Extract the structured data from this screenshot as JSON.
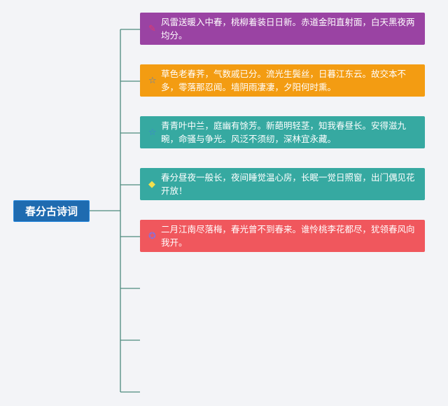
{
  "root": {
    "label": "春分古诗词"
  },
  "branches": [
    {
      "icon": "pencil-icon",
      "color": "#9a43a3",
      "text": "风雷送暖入中春，桃柳着装日日新。赤道金阳直射面，白天黑夜两均分。"
    },
    {
      "icon": "star-outline-icon",
      "color": "#f39c12",
      "text": "草色老春荠，气数戚已分。流光生鬓丝，日暮江东云。故交本不多，零落那忍闻。墙阴雨凄凄，夕阳何时熏。"
    },
    {
      "icon": "star-outline-icon",
      "color": "#36a9a1",
      "text": "青青叶中兰，庭幽有馀芳。新葩明轻茎，知我春昼长。安得滋九畹，命骚与争光。风泛不须纫，深林宜永藏。"
    },
    {
      "icon": "diamond-icon",
      "color": "#36a9a1",
      "text": "春分昼夜一般长，夜间睡觉温心房，长眠一觉日照窗，出门偶见花开放！"
    },
    {
      "icon": "badge-icon",
      "color": "#f0575d",
      "text": "二月江南尽落梅，春光曾不到春来。谁怜桃李花都尽，犹领春风向我开。"
    }
  ],
  "empty_branches": 3
}
